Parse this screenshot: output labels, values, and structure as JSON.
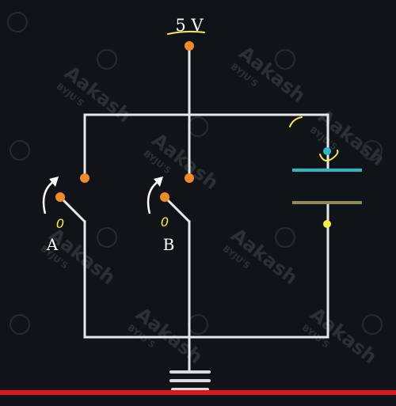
{
  "diagram": {
    "supply_label": "5 V",
    "switch_a_label": "A",
    "switch_b_label": "B",
    "switch_a_state": "0",
    "switch_b_state": "0",
    "watermark": "Aakash",
    "watermark_sub": "BYJU'S"
  },
  "colors": {
    "background": "#101418",
    "wire": "#e6e8ea",
    "node": "#f08a24",
    "annotation": "#f4ef3a",
    "plate_top": "#2bb7c4",
    "plate_bottom": "#8c8a58",
    "bottom_bar": "#e0141e"
  }
}
